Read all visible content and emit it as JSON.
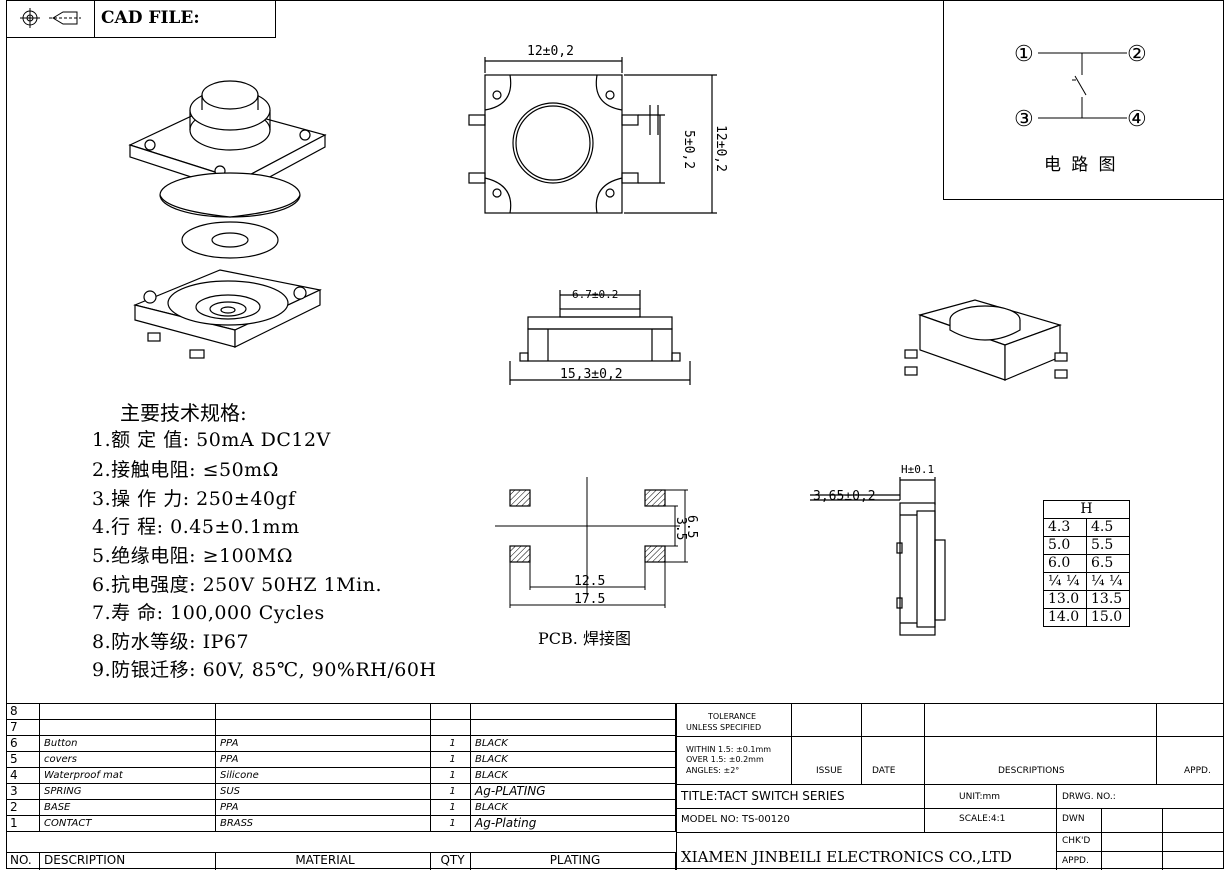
{
  "header": {
    "cad_label": "CAD FILE:"
  },
  "circuit": {
    "pins": [
      "①",
      "②",
      "③",
      "④"
    ],
    "caption": "电 路 图"
  },
  "dims": {
    "top_width": "12±0,2",
    "top_height": "12±0,2",
    "top_lead": "5±0,2",
    "side_plunger": "6.7±0.2",
    "side_width": "15,3±0,2",
    "pcb_w1": "12.5",
    "pcb_w2": "17.5",
    "pcb_h1": "3.5",
    "pcb_h2": "6.5",
    "pcb_caption": "PCB. 焊接图",
    "end_h": "H±0.1",
    "end_depth": "3,65±0,2"
  },
  "specs": {
    "title": "主要技术规格:",
    "items": [
      "1.额 定 值: 50mA DC12V",
      "2.接触电阻: ≤50mΩ",
      "3.操 作 力: 250±40gf",
      "4.行    程: 0.45±0.1mm",
      "5.绝缘电阻: ≥100MΩ",
      "6.抗电强度: 250V 50HZ 1Min.",
      "7.寿    命: 100,000 Cycles",
      "8.防水等级: IP67",
      "9.防银迁移: 60V, 85℃, 90%RH/60H"
    ]
  },
  "h_table": {
    "header": "H",
    "rows": [
      [
        "4.3",
        "4.5"
      ],
      [
        "5.0",
        "5.5"
      ],
      [
        "6.0",
        "6.5"
      ],
      [
        "¼ ¼",
        "¼ ¼"
      ],
      [
        "13.0",
        "13.5"
      ],
      [
        "14.0",
        "15.0"
      ]
    ]
  },
  "bom": {
    "rows": [
      {
        "no": "8",
        "desc": "",
        "mat": "",
        "qty": "",
        "plating": ""
      },
      {
        "no": "7",
        "desc": "",
        "mat": "",
        "qty": "",
        "plating": ""
      },
      {
        "no": "6",
        "desc": "Button",
        "mat": "PPA",
        "qty": "1",
        "plating": "BLACK"
      },
      {
        "no": "5",
        "desc": "covers",
        "mat": "PPA",
        "qty": "1",
        "plating": "BLACK"
      },
      {
        "no": "4",
        "desc": "Waterproof mat",
        "mat": "Silicone",
        "qty": "1",
        "plating": "BLACK"
      },
      {
        "no": "3",
        "desc": "SPRING",
        "mat": "SUS",
        "qty": "1",
        "plating": "Ag-PLATING"
      },
      {
        "no": "2",
        "desc": "BASE",
        "mat": "PPA",
        "qty": "1",
        "plating": "BLACK"
      },
      {
        "no": "1",
        "desc": "CONTACT",
        "mat": "BRASS",
        "qty": "1",
        "plating": "Ag-Plating"
      }
    ],
    "head": {
      "no": "NO.",
      "desc": "DESCRIPTION",
      "mat": "MATERIAL",
      "qty": "QTY",
      "plating": "PLATING"
    }
  },
  "titleblock": {
    "tol1": "TOLERANCE",
    "tol2": "UNLESS SPECIFIED",
    "within": "WITHIN 1.5: ±0.1mm",
    "over": "OVER 1.5:  ±0.2mm",
    "angles": "ANGLES: ±2°",
    "issue": "ISSUE",
    "date": "DATE",
    "descriptions": "DESCRIPTIONS",
    "appd": "APPD.",
    "title": "TITLE:TACT SWITCH SERIES",
    "unit": "UNIT:mm",
    "drwg": "DRWG. NO.:",
    "model": "MODEL NO: TS-00120",
    "scale": "SCALE:4:1",
    "dwn": "DWN",
    "chkd": "CHK'D",
    "appd2": "APPD.",
    "company": "XIAMEN JINBEILI ELECTRONICS CO.,LTD"
  }
}
